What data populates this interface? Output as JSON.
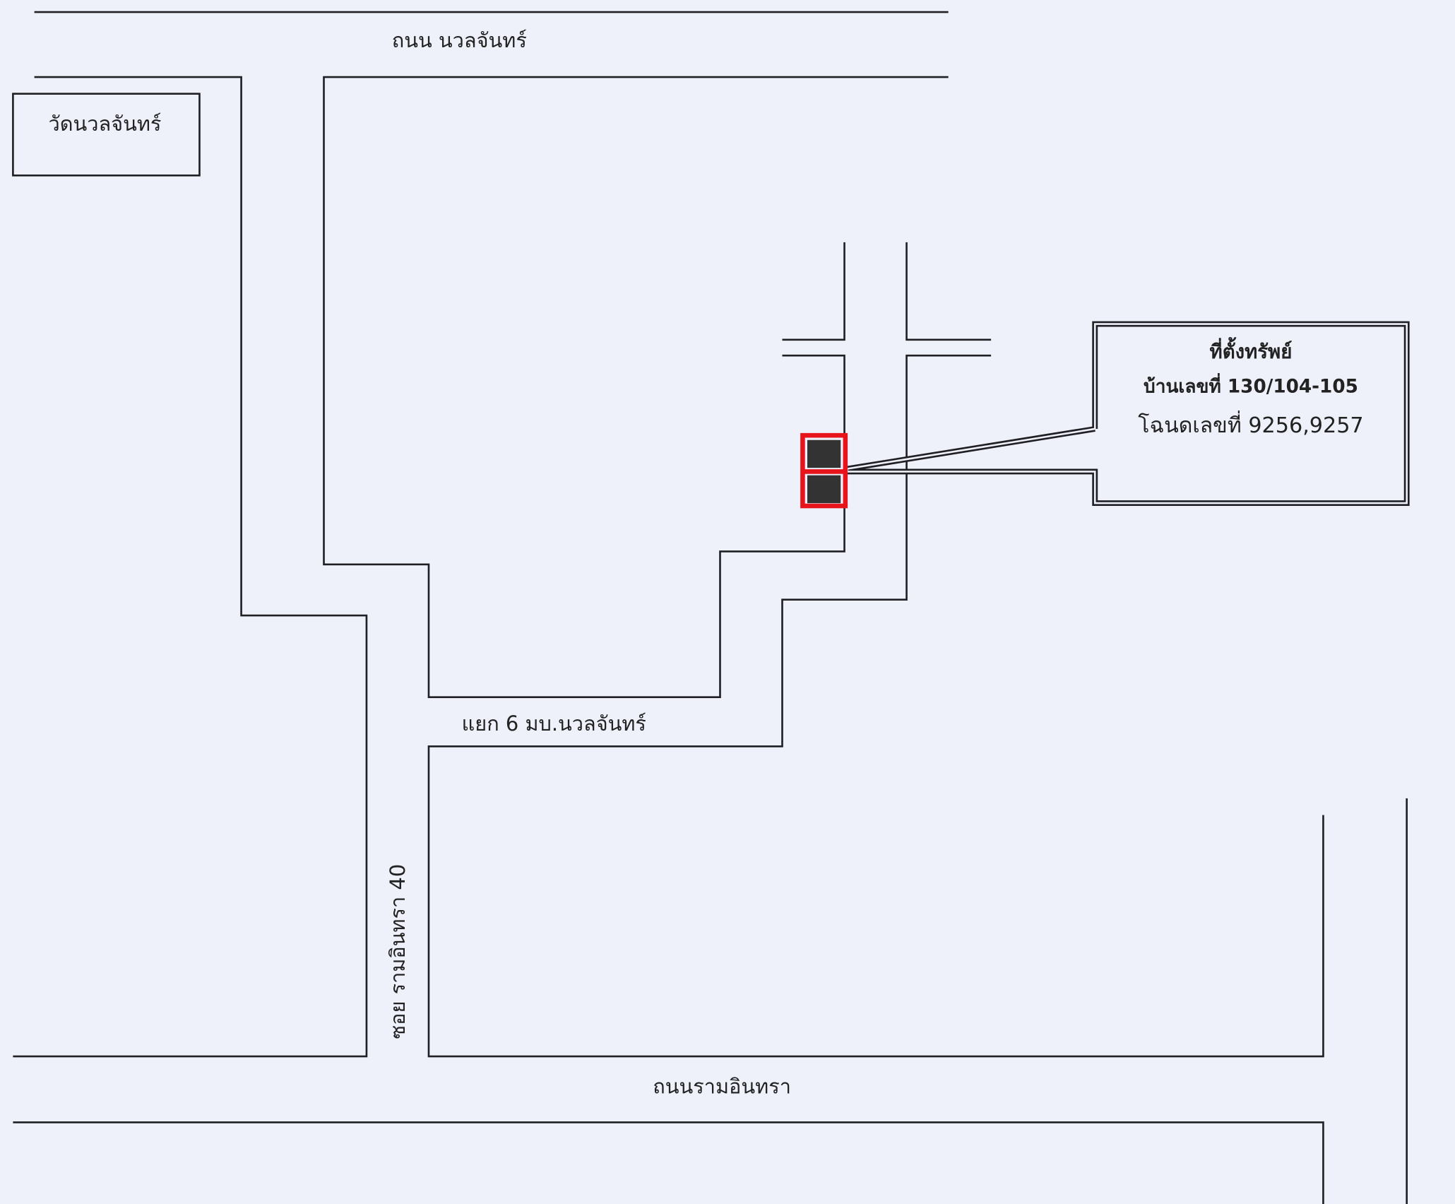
{
  "labels": {
    "top_road": "ถนน นวลจันทร์",
    "temple": "วัดนวลจันทร์",
    "junction": "แยก 6 มบ.นวลจันทร์",
    "soi": "ซอย รามอินทรา 40",
    "bottom_road": "ถนนรามอินทรา"
  },
  "property_info": {
    "title": "ที่ตั้งทรัพย์",
    "house_number": "บ้านเลขที่ 130/104-105",
    "title_deed": "โฉนดเลขที่ 9256,9257"
  },
  "colors": {
    "marker": "#e8141c",
    "plot": "#333333",
    "background": "#eef0fa"
  }
}
